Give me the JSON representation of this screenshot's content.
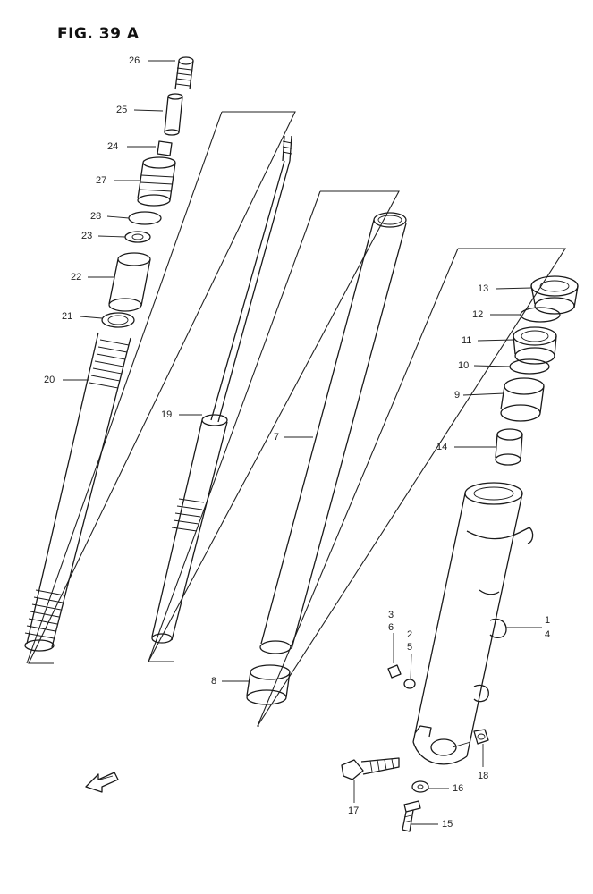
{
  "figure": {
    "title": "FIG. 39 A",
    "fwd_arrow_icon": "front-direction-arrow-icon"
  },
  "callouts": {
    "p1": "1",
    "p2": "2",
    "p3": "3",
    "p4": "4",
    "p5": "5",
    "p6": "6",
    "p7": "7",
    "p8": "8",
    "p9": "9",
    "p10": "10",
    "p11": "11",
    "p12": "12",
    "p13": "13",
    "p14": "14",
    "p15": "15",
    "p16": "16",
    "p17": "17",
    "p18": "18",
    "p19": "19",
    "p20": "20",
    "p21": "21",
    "p22": "22",
    "p23": "23",
    "p24": "24",
    "p25": "25",
    "p26": "26",
    "p27": "27",
    "p28": "28"
  }
}
